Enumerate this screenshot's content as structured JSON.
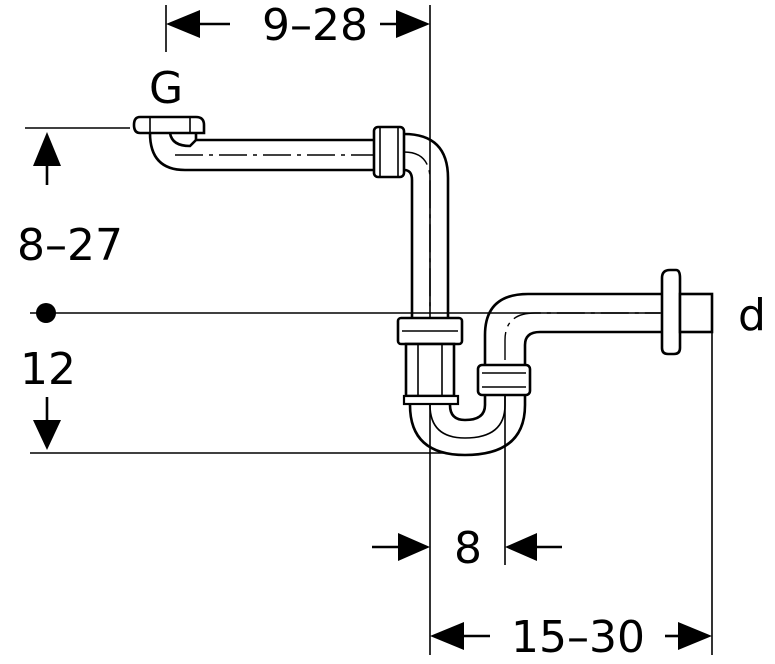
{
  "labels": {
    "top_dim": "9–28",
    "left_dim_upper": "8–27",
    "left_dim_lower": "12",
    "mid_dim": "8",
    "bottom_dim": "15–30",
    "inlet": "G",
    "outlet": "d"
  }
}
